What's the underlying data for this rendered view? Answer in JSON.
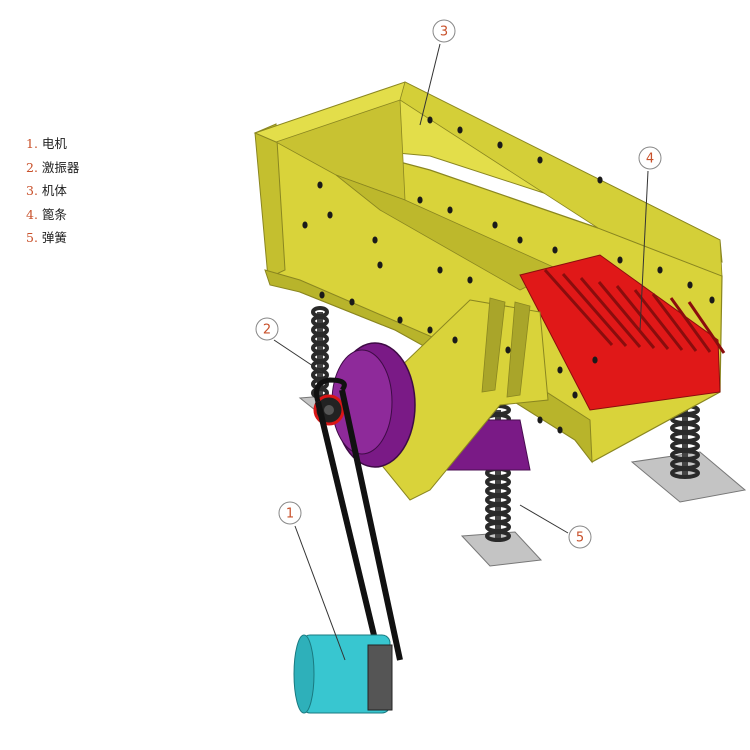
{
  "legend": [
    {
      "num": "1.",
      "label": "电机"
    },
    {
      "num": "2.",
      "label": "激振器"
    },
    {
      "num": "3.",
      "label": "机体"
    },
    {
      "num": "4.",
      "label": "篦条"
    },
    {
      "num": "5.",
      "label": "弹簧"
    }
  ],
  "callouts": [
    "1",
    "2",
    "3",
    "4",
    "5"
  ],
  "colors": {
    "body": "#d9d33a",
    "body_dark": "#a9a52a",
    "grate": "#e01818",
    "exciter": "#7a1a86",
    "motor": "#38c6d0",
    "belt": "#111111",
    "spring": "#2a2a2a",
    "base": "#bdbdbd",
    "callout": "#c8502a"
  }
}
